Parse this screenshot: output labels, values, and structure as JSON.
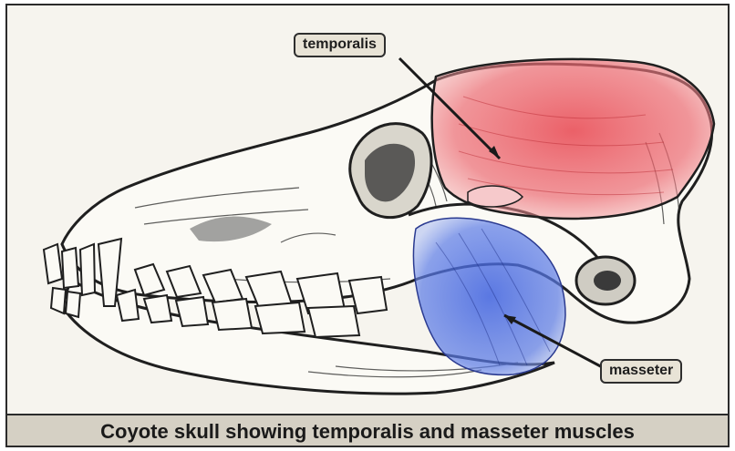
{
  "diagram": {
    "labels": {
      "temporalis": "temporalis",
      "masseter": "masseter"
    },
    "caption": "Coyote skull showing temporalis and masseter muscles"
  },
  "colors": {
    "temporalis_muscle": "#e8454f",
    "masseter_muscle": "#3f62e0",
    "line_art": "#1f1f1f",
    "label_background": "#e8e3d6",
    "caption_background": "#d5d0c4"
  }
}
